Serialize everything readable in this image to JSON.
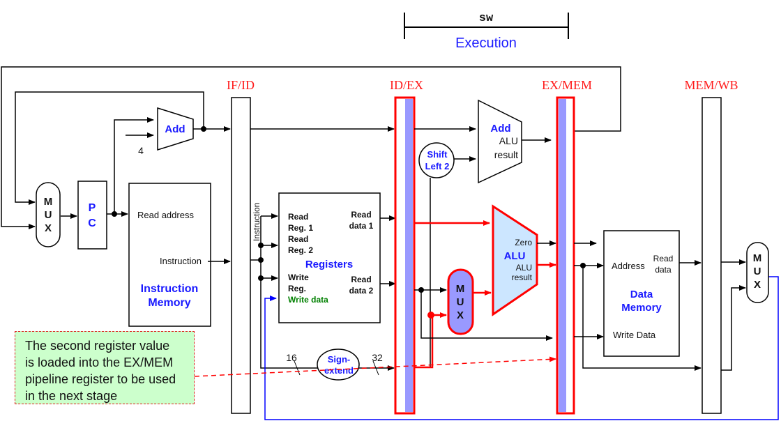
{
  "header": {
    "instruction": "sw",
    "stage": "Execution"
  },
  "pipeline_registers": [
    "IF/ID",
    "ID/EX",
    "EX/MEM",
    "MEM/WB"
  ],
  "colors": {
    "highlight": "#ff0000",
    "block_label": "#1a1aff",
    "register_fill": "#9999ff",
    "alu_fill": "#cce6ff",
    "note_fill": "#ccffcc",
    "write_data": "#008000"
  },
  "fetch": {
    "mux": [
      "M",
      "U",
      "X"
    ],
    "pc": [
      "P",
      "C"
    ],
    "add": "Add",
    "constant": "4",
    "imem": {
      "read_address": "Read address",
      "instruction": "Instruction",
      "title1": "Instruction",
      "title2": "Memory"
    }
  },
  "decode": {
    "bus_label": "Instruction",
    "registers": {
      "read_reg1_a": "Read",
      "read_reg1_b": "Reg. 1",
      "read_reg2_a": "Read",
      "read_reg2_b": "Reg. 2",
      "title": "Registers",
      "write_reg_a": "Write",
      "write_reg_b": "Reg.",
      "write_data": "Write data",
      "read_data1_a": "Read",
      "read_data1_b": "data 1",
      "read_data2_a": "Read",
      "read_data2_b": "data 2"
    },
    "sign_extend": {
      "a": "Sign-",
      "b": "extend",
      "in_bits": "16",
      "out_bits": "32"
    }
  },
  "execute": {
    "shift": {
      "a": "Shift",
      "b": "Left 2"
    },
    "adder": {
      "title": "Add",
      "r1": "ALU",
      "r2": "result"
    },
    "mux": [
      "M",
      "U",
      "X"
    ],
    "alu": {
      "zero": "Zero",
      "title": "ALU",
      "r1": "ALU",
      "r2": "result"
    }
  },
  "memory": {
    "dmem": {
      "address": "Address",
      "read1": "Read",
      "read2": "data",
      "title1": "Data",
      "title2": "Memory",
      "write_data": "Write Data"
    }
  },
  "writeback": {
    "mux": [
      "M",
      "U",
      "X"
    ]
  },
  "note": {
    "lines": [
      "The second register value",
      "is loaded into the EX/MEM",
      "pipeline register to be used",
      "in the next stage"
    ]
  }
}
